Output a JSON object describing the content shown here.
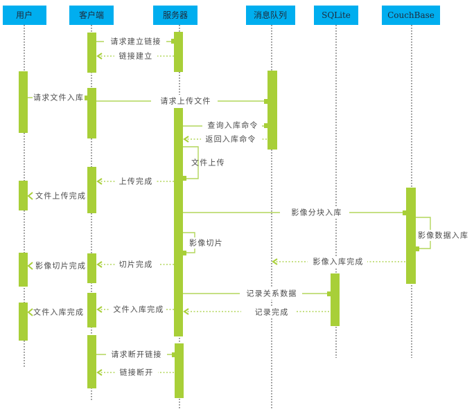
{
  "diagram": {
    "type": "sequence",
    "colors": {
      "header": "#00aeef",
      "activation": "#a8cf38",
      "message": "#b2d65a",
      "lifeline": "#555555"
    },
    "participants": [
      {
        "id": "user",
        "label": "用户"
      },
      {
        "id": "client",
        "label": "客户端"
      },
      {
        "id": "server",
        "label": "服务器"
      },
      {
        "id": "mq",
        "label": "消息队列"
      },
      {
        "id": "sqlite",
        "label": "SQLite"
      },
      {
        "id": "couchbase",
        "label": "CouchBase"
      }
    ],
    "messages": [
      {
        "from": "client",
        "to": "server",
        "label": "请求建立链接",
        "kind": "sync"
      },
      {
        "from": "server",
        "to": "client",
        "label": "链接建立",
        "kind": "reply"
      },
      {
        "from": "user",
        "to": "client",
        "label": "请求文件入库",
        "kind": "sync"
      },
      {
        "from": "client",
        "to": "mq",
        "label": "请求上传文件",
        "kind": "sync"
      },
      {
        "from": "server",
        "to": "mq",
        "label": "查询入库命令",
        "kind": "sync"
      },
      {
        "from": "mq",
        "to": "server",
        "label": "返回入库命令",
        "kind": "reply"
      },
      {
        "from": "server",
        "to": "server",
        "label": "文件上传",
        "kind": "self"
      },
      {
        "from": "server",
        "to": "client",
        "label": "上传完成",
        "kind": "reply"
      },
      {
        "from": "client",
        "to": "user",
        "label": "文件上传完成",
        "kind": "reply"
      },
      {
        "from": "server",
        "to": "couchbase",
        "label": "影像分块入库",
        "kind": "sync"
      },
      {
        "from": "couchbase",
        "to": "couchbase",
        "label": "影像数据入库",
        "kind": "self"
      },
      {
        "from": "server",
        "to": "server",
        "label": "影像切片",
        "kind": "self"
      },
      {
        "from": "couchbase",
        "to": "mq",
        "label": "影像入库完成",
        "kind": "reply"
      },
      {
        "from": "server",
        "to": "client",
        "label": "切片完成",
        "kind": "reply"
      },
      {
        "from": "client",
        "to": "user",
        "label": "影像切片完成",
        "kind": "reply"
      },
      {
        "from": "server",
        "to": "sqlite",
        "label": "记录关系数据",
        "kind": "sync"
      },
      {
        "from": "sqlite",
        "to": "server",
        "label": "记录完成",
        "kind": "reply"
      },
      {
        "from": "server",
        "to": "client",
        "label": "文件入库完成",
        "kind": "reply"
      },
      {
        "from": "client",
        "to": "user",
        "label": "文件入库完成",
        "kind": "reply"
      },
      {
        "from": "client",
        "to": "server",
        "label": "请求断开链接",
        "kind": "sync"
      },
      {
        "from": "server",
        "to": "client",
        "label": "链接断开",
        "kind": "reply"
      }
    ]
  }
}
